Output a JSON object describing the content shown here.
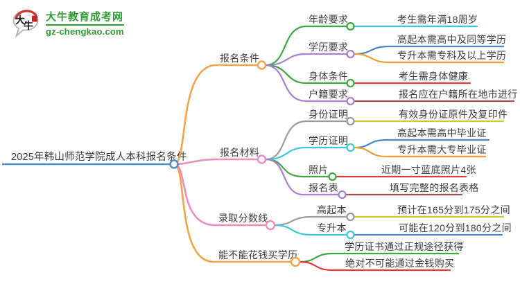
{
  "logo": {
    "title": "大牛教育成考网",
    "url": "gz-chengkao.com",
    "icon_chars": "大牛",
    "brand_color": "#2E9B35"
  },
  "root": {
    "label": "2025年韩山师范学院成人本科报名条件",
    "color": "#4A8FC9"
  },
  "text_color": "#3C3C3C",
  "branches": [
    {
      "label": "报名条件",
      "color": "#F7A14B",
      "children": [
        {
          "label": "年龄要求",
          "color": "#3FA73F",
          "children": [
            {
              "label": "考生需年满18周岁",
              "color": "#40C4D9"
            }
          ]
        },
        {
          "label": "学历要求",
          "color": "#A97FD6",
          "children": [
            {
              "label": "高起本需高中及同等学历",
              "color": "#4A86C6"
            },
            {
              "label": "专升本需专科及以上学历",
              "color": "#F79A31"
            }
          ]
        },
        {
          "label": "身体条件",
          "color": "#3FA73F",
          "children": [
            {
              "label": "考生需身体健康",
              "color": "#E23A3A"
            }
          ]
        },
        {
          "label": "户籍要求",
          "color": "#A97FD6",
          "children": [
            {
              "label": "报名应在户籍所在地市进行",
              "color": "#9E5050"
            }
          ]
        }
      ]
    },
    {
      "label": "报名材料",
      "color": "#F08CC0",
      "children": [
        {
          "label": "身份证明",
          "color": "#9A9A9A",
          "children": [
            {
              "label": "有效身份证原件及复印件",
              "color": "#C9C930"
            }
          ]
        },
        {
          "label": "学历证明",
          "color": "#40C4D9",
          "children": [
            {
              "label": "高起本需高中毕业证",
              "color": "#4A86C6"
            },
            {
              "label": "专升本需大专毕业证",
              "color": "#F79A31"
            }
          ]
        },
        {
          "label": "照片",
          "color": "#3FA73F",
          "children": [
            {
              "label": "近期一寸蓝底照片4张",
              "color": "#E23A3A"
            }
          ]
        },
        {
          "label": "报名表",
          "color": "#A97FD6",
          "children": [
            {
              "label": "填写完整的报名表格",
              "color": "#9E5050"
            }
          ]
        }
      ]
    },
    {
      "label": "录取分数线",
      "color": "#F08CC0",
      "children": [
        {
          "label": "高起本",
          "color": "#9A9A9A",
          "children": [
            {
              "label": "预计在165分到175分之间",
              "color": "#C9C930"
            }
          ]
        },
        {
          "label": "专升本",
          "color": "#40C4D9",
          "children": [
            {
              "label": "可能在120分到180分之间",
              "color": "#4A86C6"
            }
          ]
        }
      ]
    },
    {
      "label": "能不能花钱买学历",
      "color": "#F7A14B",
      "children": [
        {
          "label": "学历证书通过正规途径获得",
          "color": "#3FA73F"
        },
        {
          "label": "绝对不可能通过金钱购买",
          "color": "#E23A3A"
        }
      ]
    }
  ]
}
